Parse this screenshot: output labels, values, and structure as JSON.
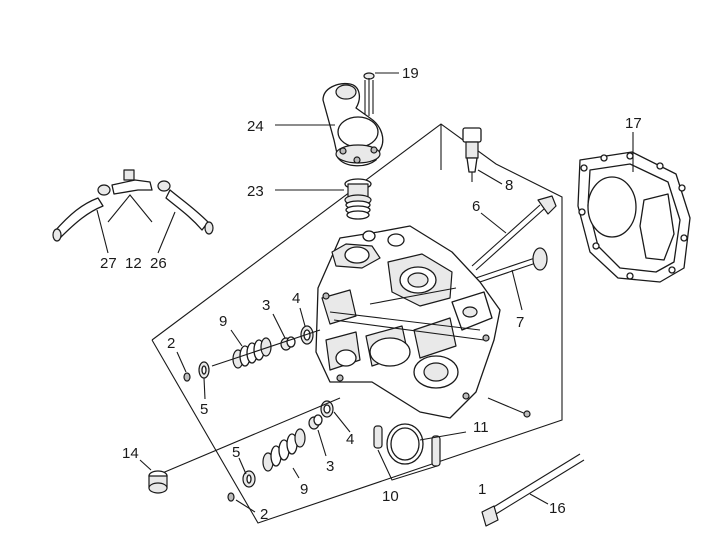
{
  "callouts": {
    "c1": "1",
    "c2a": "2",
    "c2b": "2",
    "c3a": "3",
    "c3b": "3",
    "c4a": "4",
    "c4b": "4",
    "c5a": "5",
    "c5b": "5",
    "c6": "6",
    "c7": "7",
    "c8": "8",
    "c9a": "9",
    "c9b": "9",
    "c10": "10",
    "c11": "11",
    "c12": "12",
    "c14": "14",
    "c16": "16",
    "c17": "17",
    "c19": "19",
    "c23": "23",
    "c24": "24",
    "c26": "26",
    "c27": "27"
  },
  "colors": {
    "line": "#1a1a1a",
    "part_fill": "#ffffff",
    "shade_light": "#e9e9e9",
    "shade_dark": "#bdbdbd",
    "background": "#ffffff"
  }
}
